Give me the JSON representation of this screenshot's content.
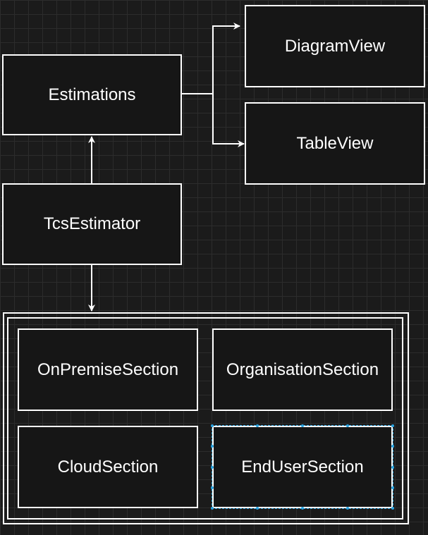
{
  "diagram": {
    "nodes": {
      "estimations": "Estimations",
      "diagram_view": "DiagramView",
      "table_view": "TableView",
      "tcs_estimator": "TcsEstimator",
      "on_premise_section": "OnPremiseSection",
      "organisation_section": "OrganisationSection",
      "cloud_section": "CloudSection",
      "end_user_section": "EndUserSection"
    },
    "edges": [
      {
        "from": "TcsEstimator",
        "to": "Estimations"
      },
      {
        "from": "Estimations",
        "to": "DiagramView"
      },
      {
        "from": "Estimations",
        "to": "TableView"
      },
      {
        "from": "TcsEstimator",
        "to": "Sections container"
      }
    ],
    "colors": {
      "background": "#1b1b1b",
      "grid": "#2c2c2c",
      "stroke": "#ffffff",
      "selection": "#29a3e0"
    }
  }
}
